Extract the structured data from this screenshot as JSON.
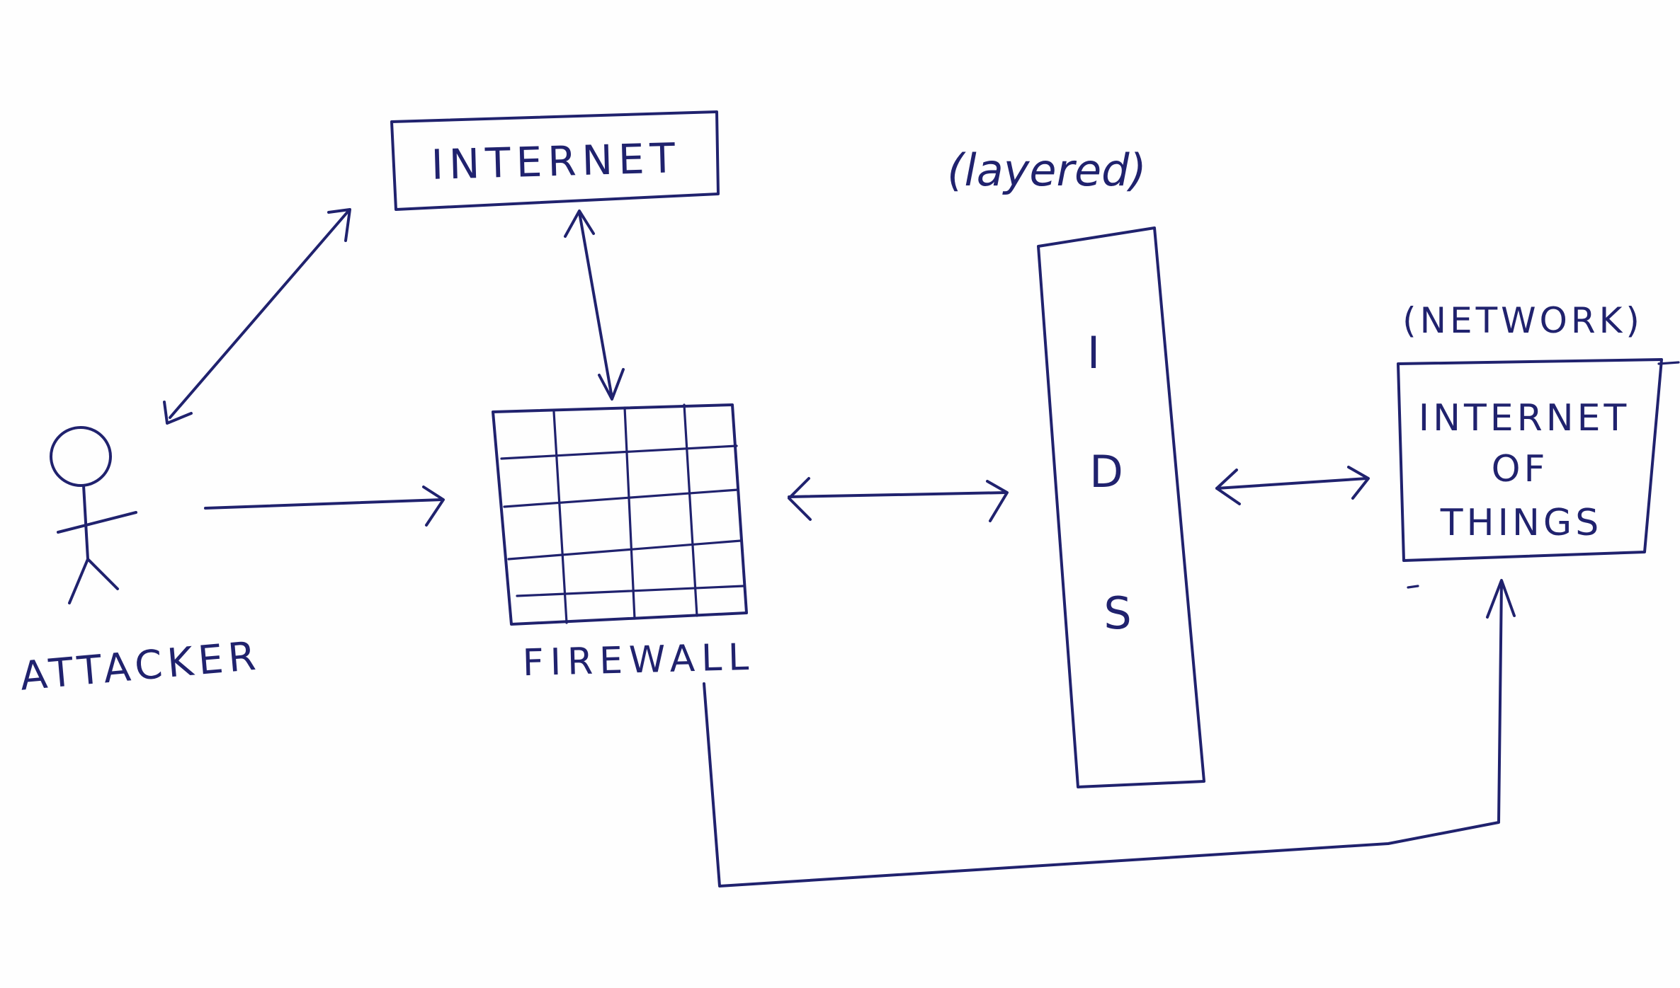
{
  "diagram": {
    "nodes": {
      "internet": {
        "label": "INTERNET"
      },
      "attacker": {
        "label": "ATTACKER"
      },
      "firewall": {
        "label": "FIREWALL"
      },
      "ids": {
        "letters": [
          "I",
          "D",
          "S"
        ],
        "annotation": "(layered)"
      },
      "iot": {
        "lines": [
          "INTERNET",
          "OF",
          "THINGS"
        ],
        "annotation": "(NETWORK)"
      }
    },
    "edges": [
      {
        "from": "attacker",
        "to": "internet",
        "direction": "both"
      },
      {
        "from": "internet",
        "to": "firewall",
        "direction": "both"
      },
      {
        "from": "attacker",
        "to": "firewall",
        "direction": "forward"
      },
      {
        "from": "firewall",
        "to": "ids",
        "direction": "both"
      },
      {
        "from": "ids",
        "to": "iot",
        "direction": "both"
      },
      {
        "from": "firewall",
        "to": "iot",
        "direction": "forward"
      }
    ],
    "colors": {
      "ink": "#20226e",
      "paper": "#fefefe"
    }
  }
}
